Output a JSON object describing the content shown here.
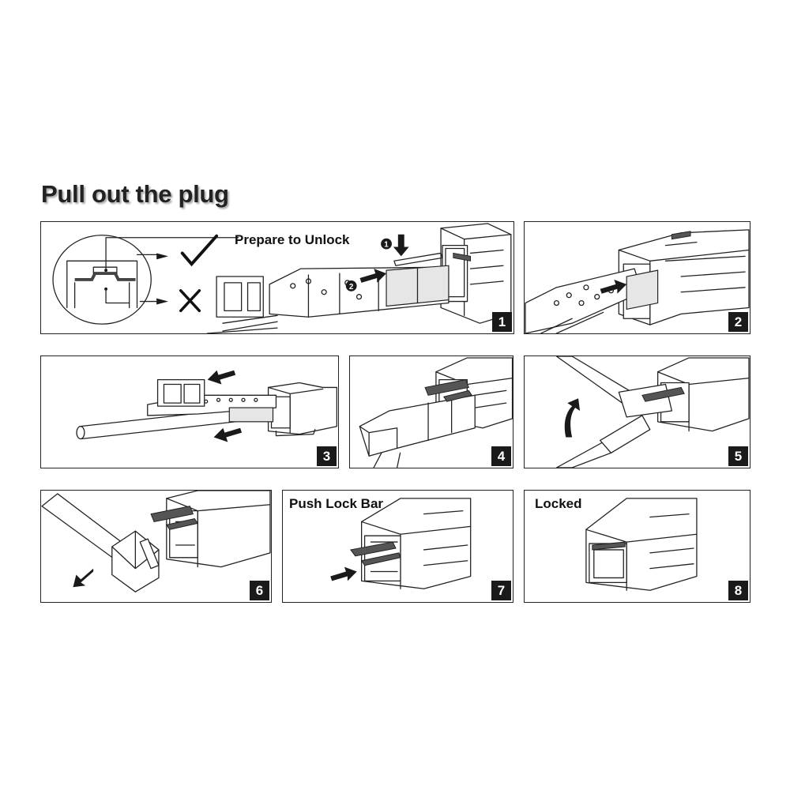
{
  "title": "Pull out the plug",
  "colors": {
    "line": "#222222",
    "badge": "#1a1a1a",
    "background": "#ffffff"
  },
  "steps": [
    {
      "number": "1",
      "caption": "Prepare to Unlock"
    },
    {
      "number": "2",
      "caption": ""
    },
    {
      "number": "3",
      "caption": ""
    },
    {
      "number": "4",
      "caption": ""
    },
    {
      "number": "5",
      "caption": ""
    },
    {
      "number": "6",
      "caption": ""
    },
    {
      "number": "7",
      "caption": "Push Lock Bar"
    },
    {
      "number": "8",
      "caption": "Locked"
    }
  ],
  "step1": {
    "marker_1": "1",
    "marker_2": "2"
  },
  "icons": [
    "check-icon",
    "cross-icon",
    "arrow-icon",
    "curved-arrow-icon"
  ]
}
